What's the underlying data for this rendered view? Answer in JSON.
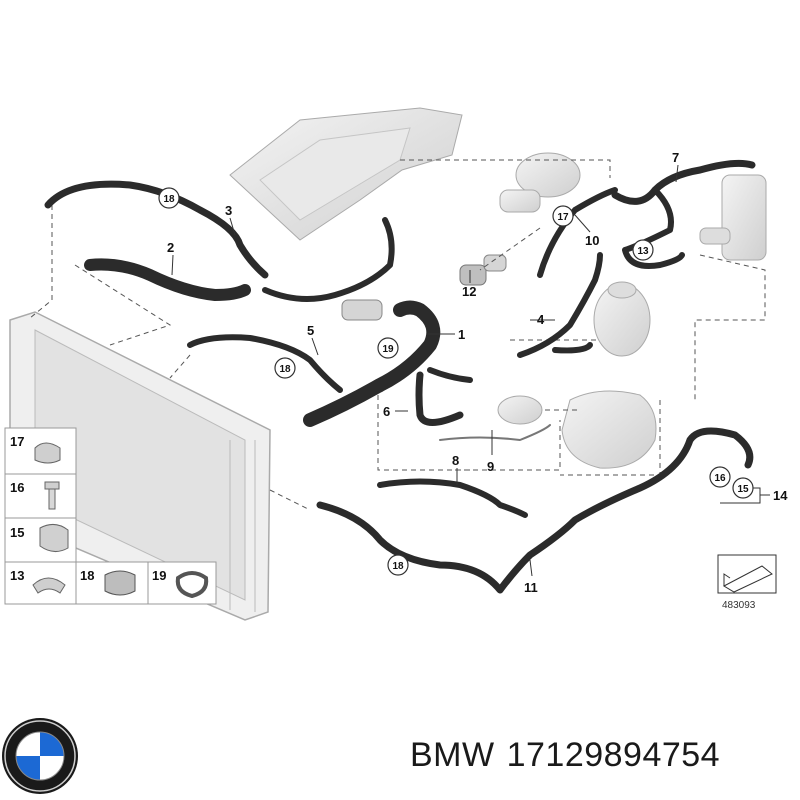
{
  "diagram": {
    "callouts": {
      "n1": "1",
      "n2": "2",
      "n3": "3",
      "n4": "4",
      "n5": "5",
      "n6": "6",
      "n7": "7",
      "n8": "8",
      "n9": "9",
      "n10": "10",
      "n11": "11",
      "n12": "12",
      "n14": "14"
    },
    "circled": {
      "c18a": "18",
      "c18b": "18",
      "c18c": "18",
      "c19": "19",
      "c17": "17",
      "c13": "13",
      "c16": "16",
      "c15": "15"
    },
    "legend": {
      "l17": "17",
      "l16": "16",
      "l15": "15",
      "l13": "13",
      "l18": "18",
      "l19": "19"
    },
    "ref_code": "483093"
  },
  "footer": {
    "brand": "BMW",
    "part_number": "17129894754"
  },
  "colors": {
    "hose": "#2b2b2b",
    "line": "#333333",
    "part_fill": "#e6e6e6",
    "bmw_blue": "#1c69d4"
  }
}
